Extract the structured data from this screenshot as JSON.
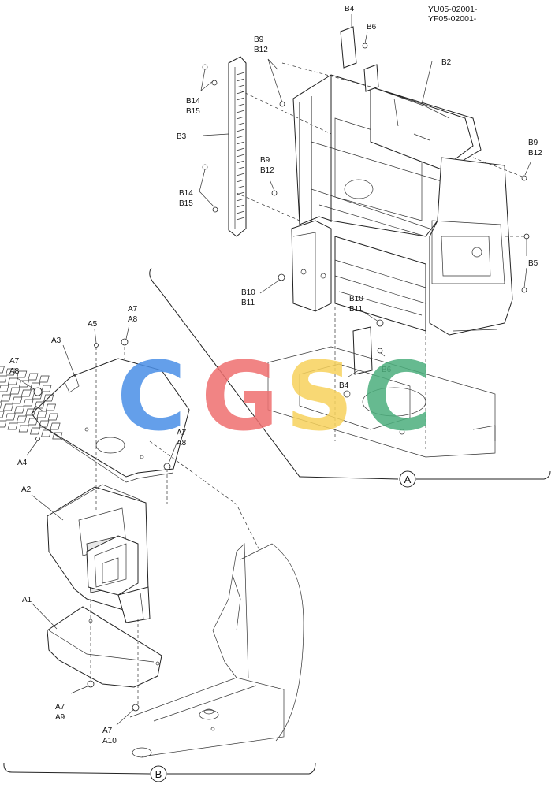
{
  "serial": {
    "line1": "YU05-02001-",
    "line2": "YF05-02001-"
  },
  "callouts": {
    "a": "A",
    "b": "B"
  },
  "labels": {
    "B4_top": "B4",
    "B6_top": "B6",
    "B9_B12_top_1": "B9",
    "B9_B12_top_2": "B12",
    "B2": "B2",
    "B14_B15_top_1": "B14",
    "B14_B15_top_2": "B15",
    "B3": "B3",
    "B9_B12_mid_1": "B9",
    "B9_B12_mid_2": "B12",
    "B9_B12_right_1": "B9",
    "B9_B12_right_2": "B12",
    "B14_B15_low_1": "B14",
    "B14_B15_low_2": "B15",
    "B5": "B5",
    "B10_B11_left_1": "B10",
    "B10_B11_left_2": "B11",
    "B10_B11_right_1": "B10",
    "B10_B11_right_2": "B11",
    "B6_low": "B6",
    "B4_low": "B4",
    "A7_A8_top_1": "A7",
    "A7_A8_top_2": "A8",
    "A5": "A5",
    "A3": "A3",
    "A7_A8_left_1": "A7",
    "A7_A8_left_2": "A8",
    "A4": "A4",
    "A7_A8_right_1": "A7",
    "A7_A8_right_2": "A8",
    "A2": "A2",
    "A1": "A1",
    "A7_A9_1": "A7",
    "A7_A9_2": "A9",
    "A7_A10_1": "A7",
    "A7_A10_2": "A10"
  },
  "watermark": {
    "letters": [
      "C",
      "G",
      "S",
      "C"
    ],
    "colors": [
      "#4a8fe7",
      "#ef6f6f",
      "#f7d25c",
      "#4caf7d"
    ]
  }
}
